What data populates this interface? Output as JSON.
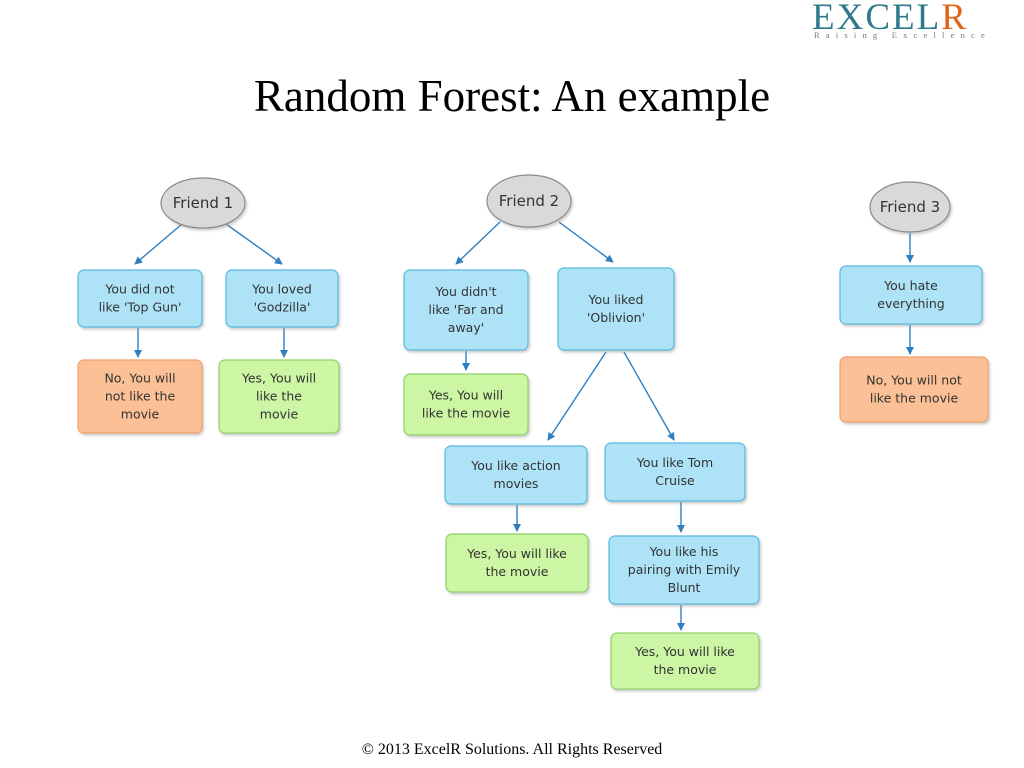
{
  "logo": {
    "main_prefix": "EXCEL",
    "main_accent": "R",
    "tagline": "Raising Excellence"
  },
  "title": "Random Forest: An example",
  "footer": "© 2013 ExcelR Solutions. All Rights Reserved",
  "colors": {
    "blue_fill": "#aee3f7",
    "blue_stroke": "#58b8e0",
    "green_fill": "#ccf5a4",
    "green_stroke": "#8fd16a",
    "orange_fill": "#fbc095",
    "orange_stroke": "#f0a06b",
    "friend_fill": "#d9d9d9",
    "arrow": "#2f7fc1"
  },
  "trees": {
    "friend1": {
      "root": "Friend 1",
      "left_question": [
        "You did not",
        "like 'Top Gun'"
      ],
      "left_answer": [
        "No, You will",
        "not like the",
        "movie"
      ],
      "right_question": [
        "You loved",
        "'Godzilla'"
      ],
      "right_answer": [
        "Yes, You will",
        "like the",
        "movie"
      ]
    },
    "friend2": {
      "root": "Friend 2",
      "left_question": [
        "You didn't",
        "like 'Far and",
        "away'"
      ],
      "left_answer": [
        "Yes, You will",
        "like the movie"
      ],
      "right_question": [
        "You liked",
        "'Oblivion'"
      ],
      "action_question": [
        "You like action",
        "movies"
      ],
      "action_answer": [
        "Yes, You will like",
        "the movie"
      ],
      "cruise_question": [
        "You like Tom",
        "Cruise"
      ],
      "blunt_question": [
        "You like his",
        "pairing with Emily",
        "Blunt"
      ],
      "blunt_answer": [
        "Yes, You will like",
        "the movie"
      ]
    },
    "friend3": {
      "root": "Friend 3",
      "question": [
        "You hate",
        "everything"
      ],
      "answer": [
        "No, You will not",
        "like the movie"
      ]
    }
  }
}
